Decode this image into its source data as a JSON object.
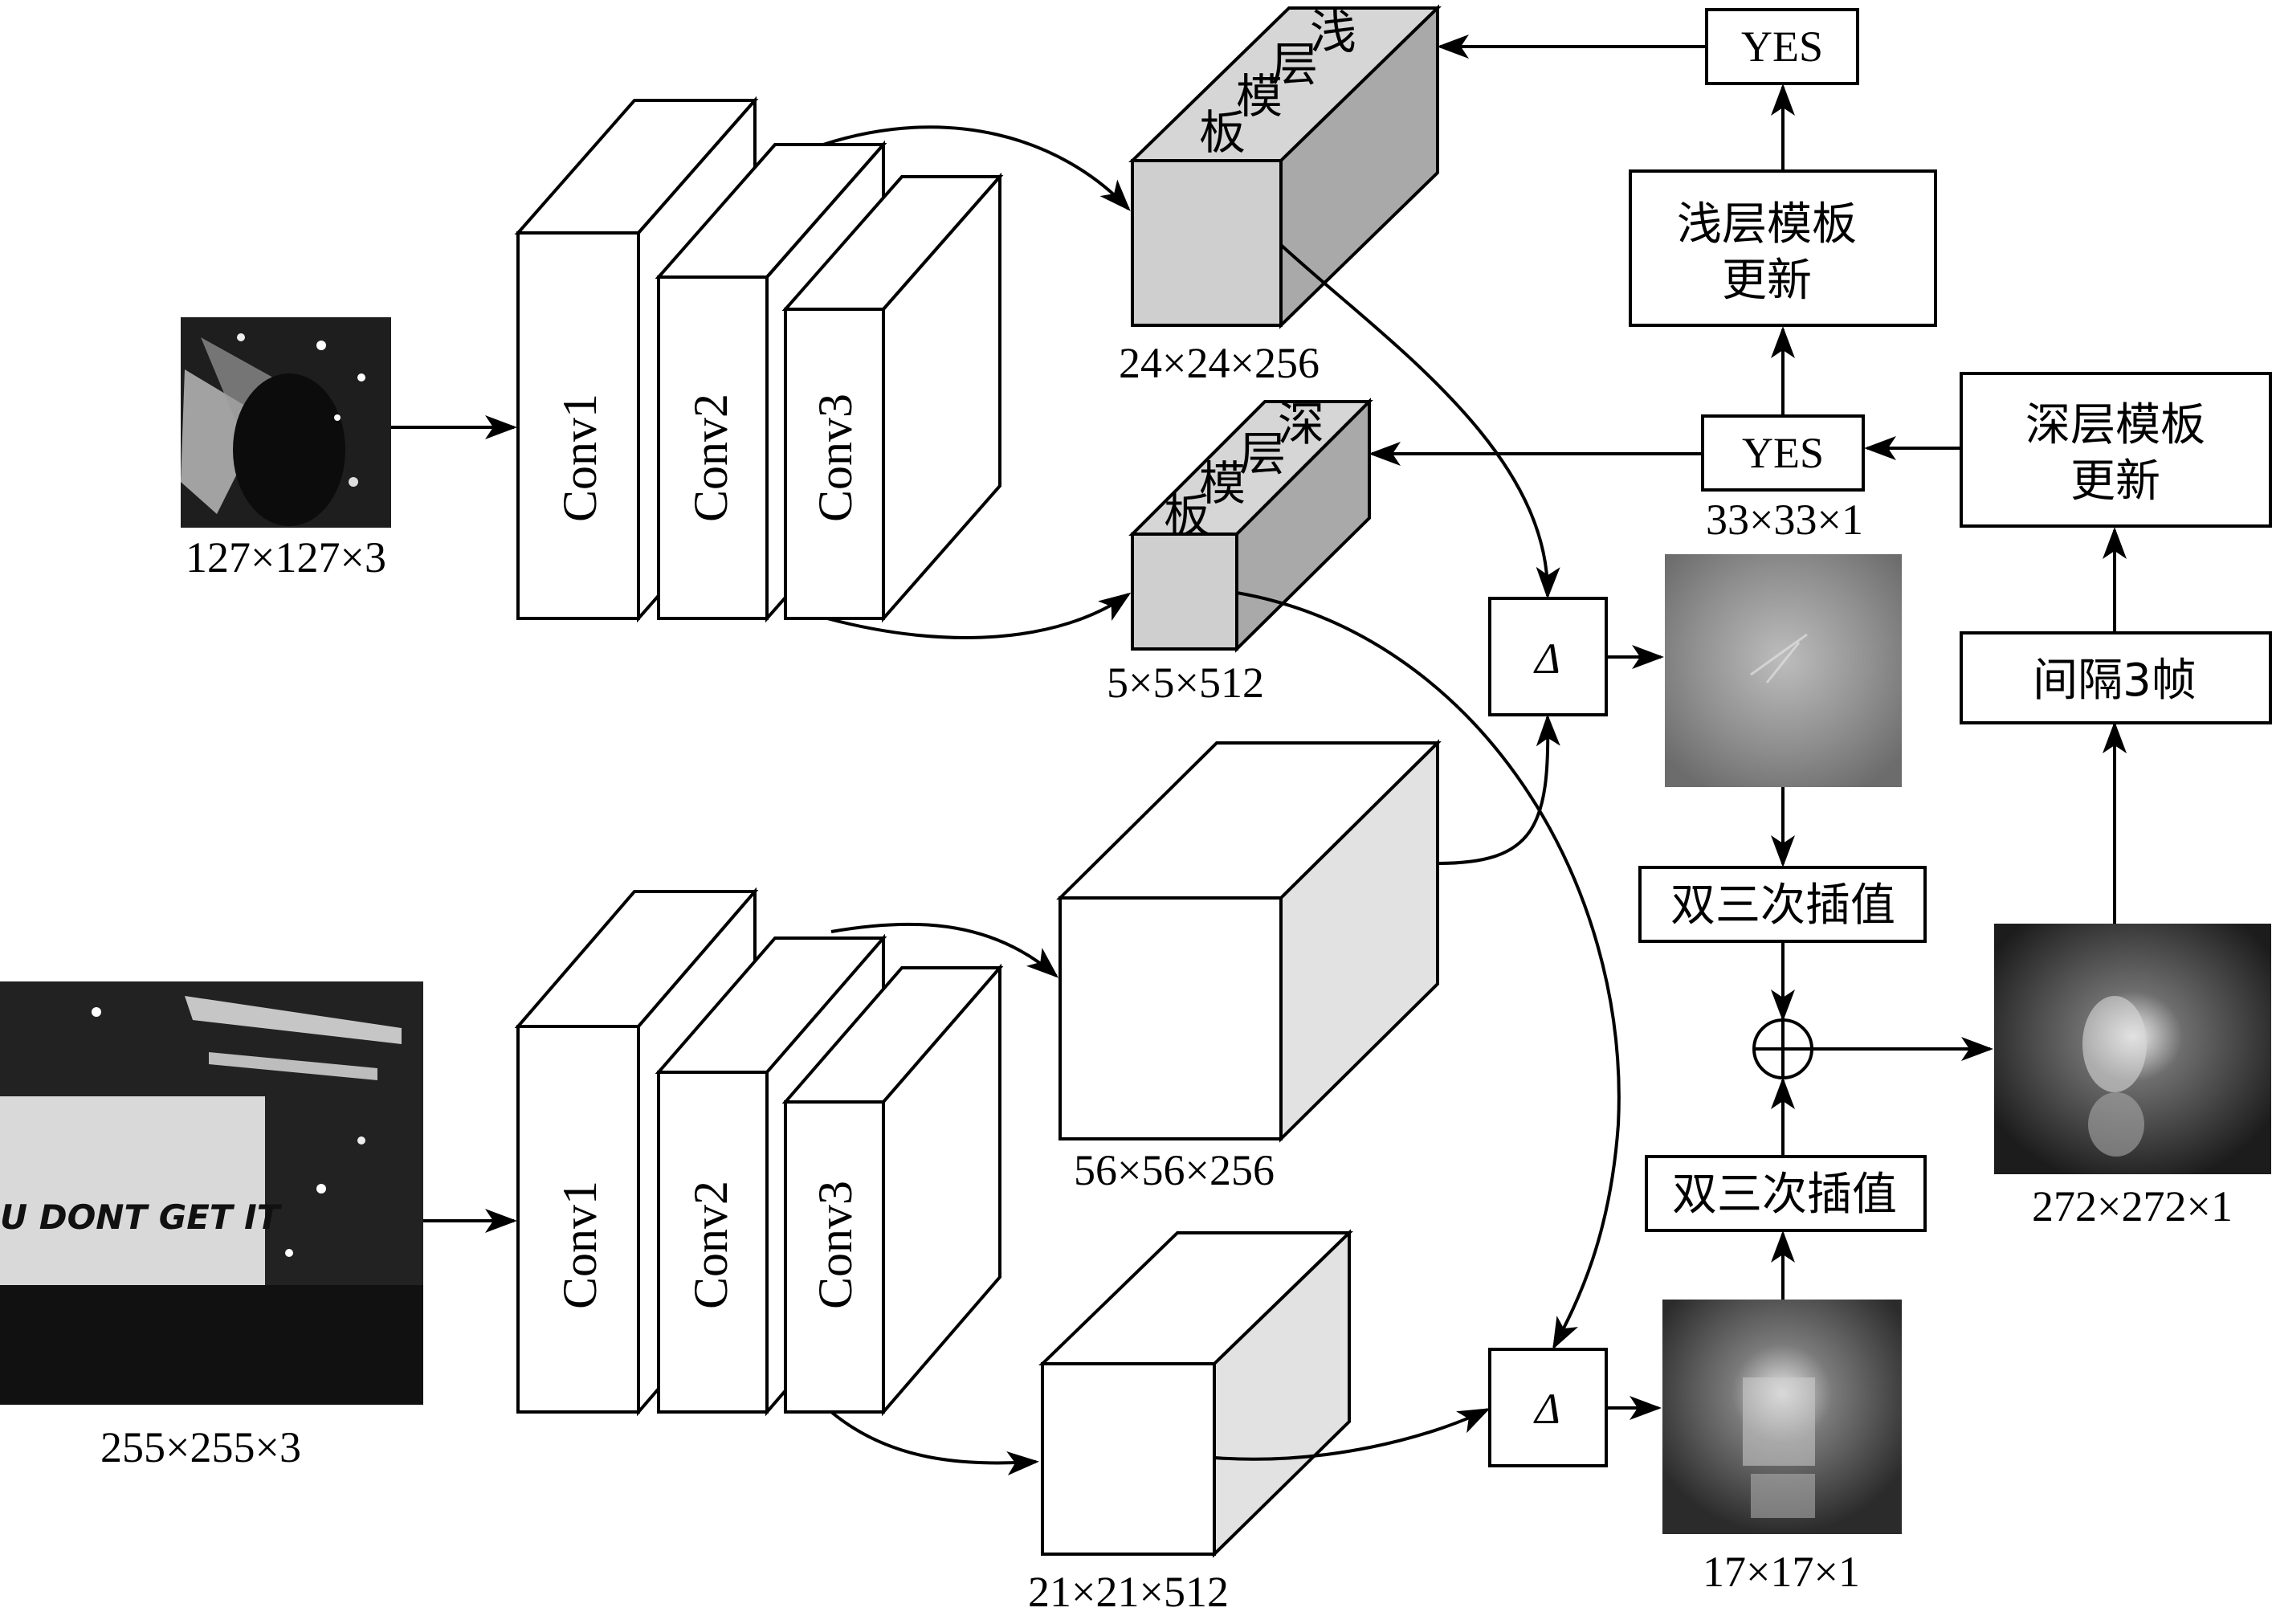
{
  "inputs": {
    "template_dim": "127×127×3",
    "search_dim": "255×255×3",
    "search_image_text": "U DONT GET IT"
  },
  "conv_labels": [
    "Conv1",
    "Conv2",
    "Conv3"
  ],
  "features": {
    "shallow_template_dim": "24×24×256",
    "deep_template_dim": "5×5×512",
    "shallow_search_dim": "56×56×256",
    "deep_search_dim": "21×21×512",
    "shallow_template_label": [
      "浅",
      "层",
      "模",
      "板"
    ],
    "deep_template_label": [
      "深",
      "层",
      "模",
      "板"
    ]
  },
  "ops": {
    "xcorr_symbol": "Δ",
    "sum_symbol": "⊕"
  },
  "responses": {
    "shallow_dim": "33×33×1",
    "deep_dim": "17×17×1",
    "fused_dim": "272×272×1"
  },
  "boxes": {
    "interp_top": "双三次插值",
    "interp_bottom": "双三次插值",
    "yes_top": "YES",
    "yes_mid": "YES",
    "shallow_update_line1": "浅层模板",
    "shallow_update_line2": "更新",
    "deep_update_line1": "深层模板",
    "deep_update_line2": "更新",
    "interval": "间隔3帧"
  }
}
